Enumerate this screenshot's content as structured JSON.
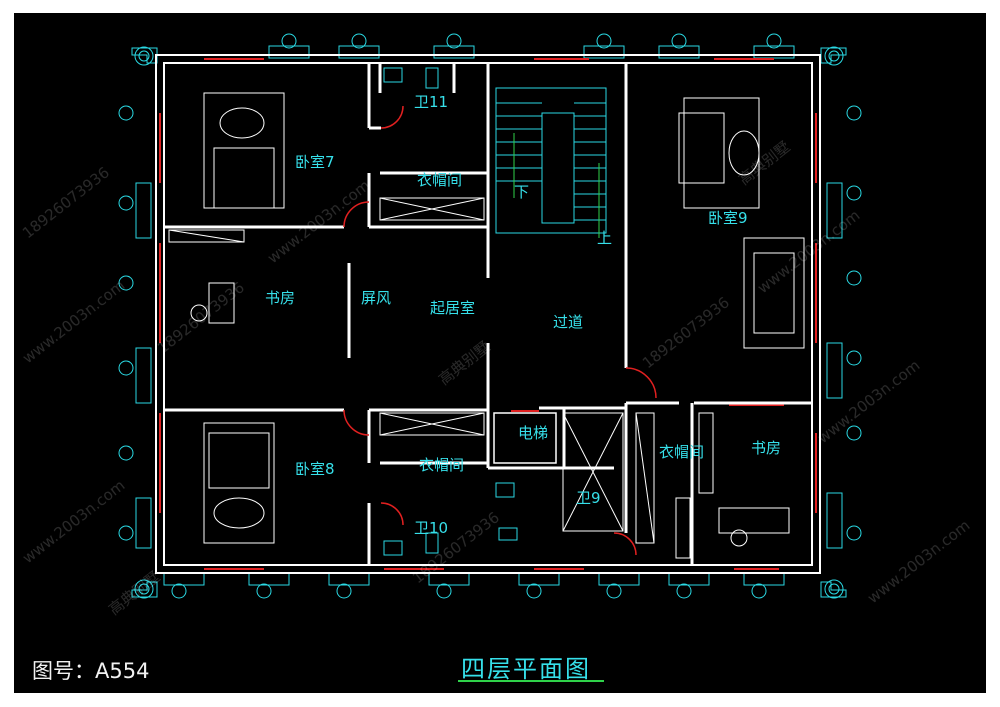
{
  "footer": {
    "drawing_number": "图号：A554",
    "plan_title": "四层平面图"
  },
  "rooms": {
    "bedroom7": "卧室7",
    "bedroom8": "卧室8",
    "bedroom9": "卧室9",
    "closet_upper": "衣帽间",
    "closet_lower": "衣帽间",
    "closet_right": "衣帽间",
    "study_left": "书房",
    "study_right": "书房",
    "screen": "屏风",
    "living": "起居室",
    "corridor": "过道",
    "elevator": "电梯",
    "bath9": "卫9",
    "bath10": "卫10",
    "bath11": "卫11",
    "stair_down": "下",
    "stair_up": "上"
  },
  "watermarks": {
    "site": "www.2003n.com",
    "phone": "18926073936",
    "brand": "高典别墅"
  },
  "colors": {
    "wall": "#ffffff",
    "label": "#36e0ea",
    "window": "#e02020",
    "door": "#e02020",
    "fixture": "#2ad9e3",
    "background": "#000000"
  }
}
